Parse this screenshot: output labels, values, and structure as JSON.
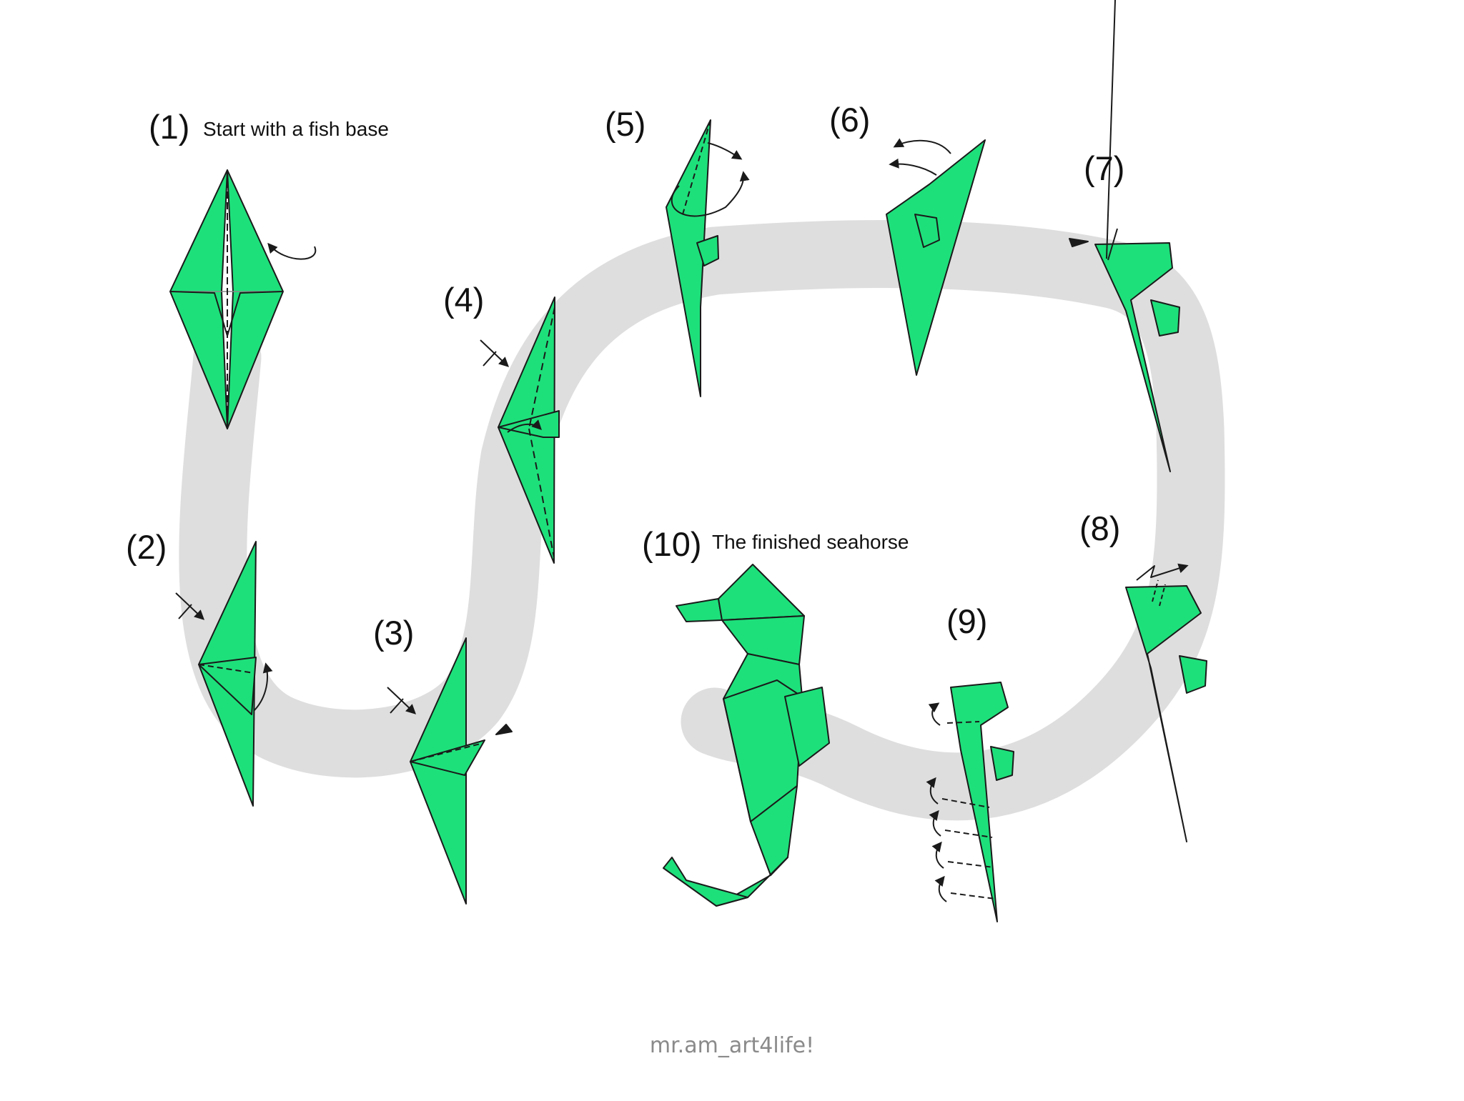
{
  "colors": {
    "paper": "#1ee07b",
    "outline": "#1a1a1a",
    "path": "#dedede",
    "credit": "#8a8a8a"
  },
  "steps": [
    {
      "number": "(1)",
      "caption": "Start with a fish base"
    },
    {
      "number": "(2)",
      "caption": ""
    },
    {
      "number": "(3)",
      "caption": ""
    },
    {
      "number": "(4)",
      "caption": ""
    },
    {
      "number": "(5)",
      "caption": ""
    },
    {
      "number": "(6)",
      "caption": ""
    },
    {
      "number": "(7)",
      "caption": ""
    },
    {
      "number": "(8)",
      "caption": ""
    },
    {
      "number": "(9)",
      "caption": ""
    },
    {
      "number": "(10)",
      "caption": "The finished seahorse"
    }
  ],
  "credit": "mr.am_art4life!"
}
